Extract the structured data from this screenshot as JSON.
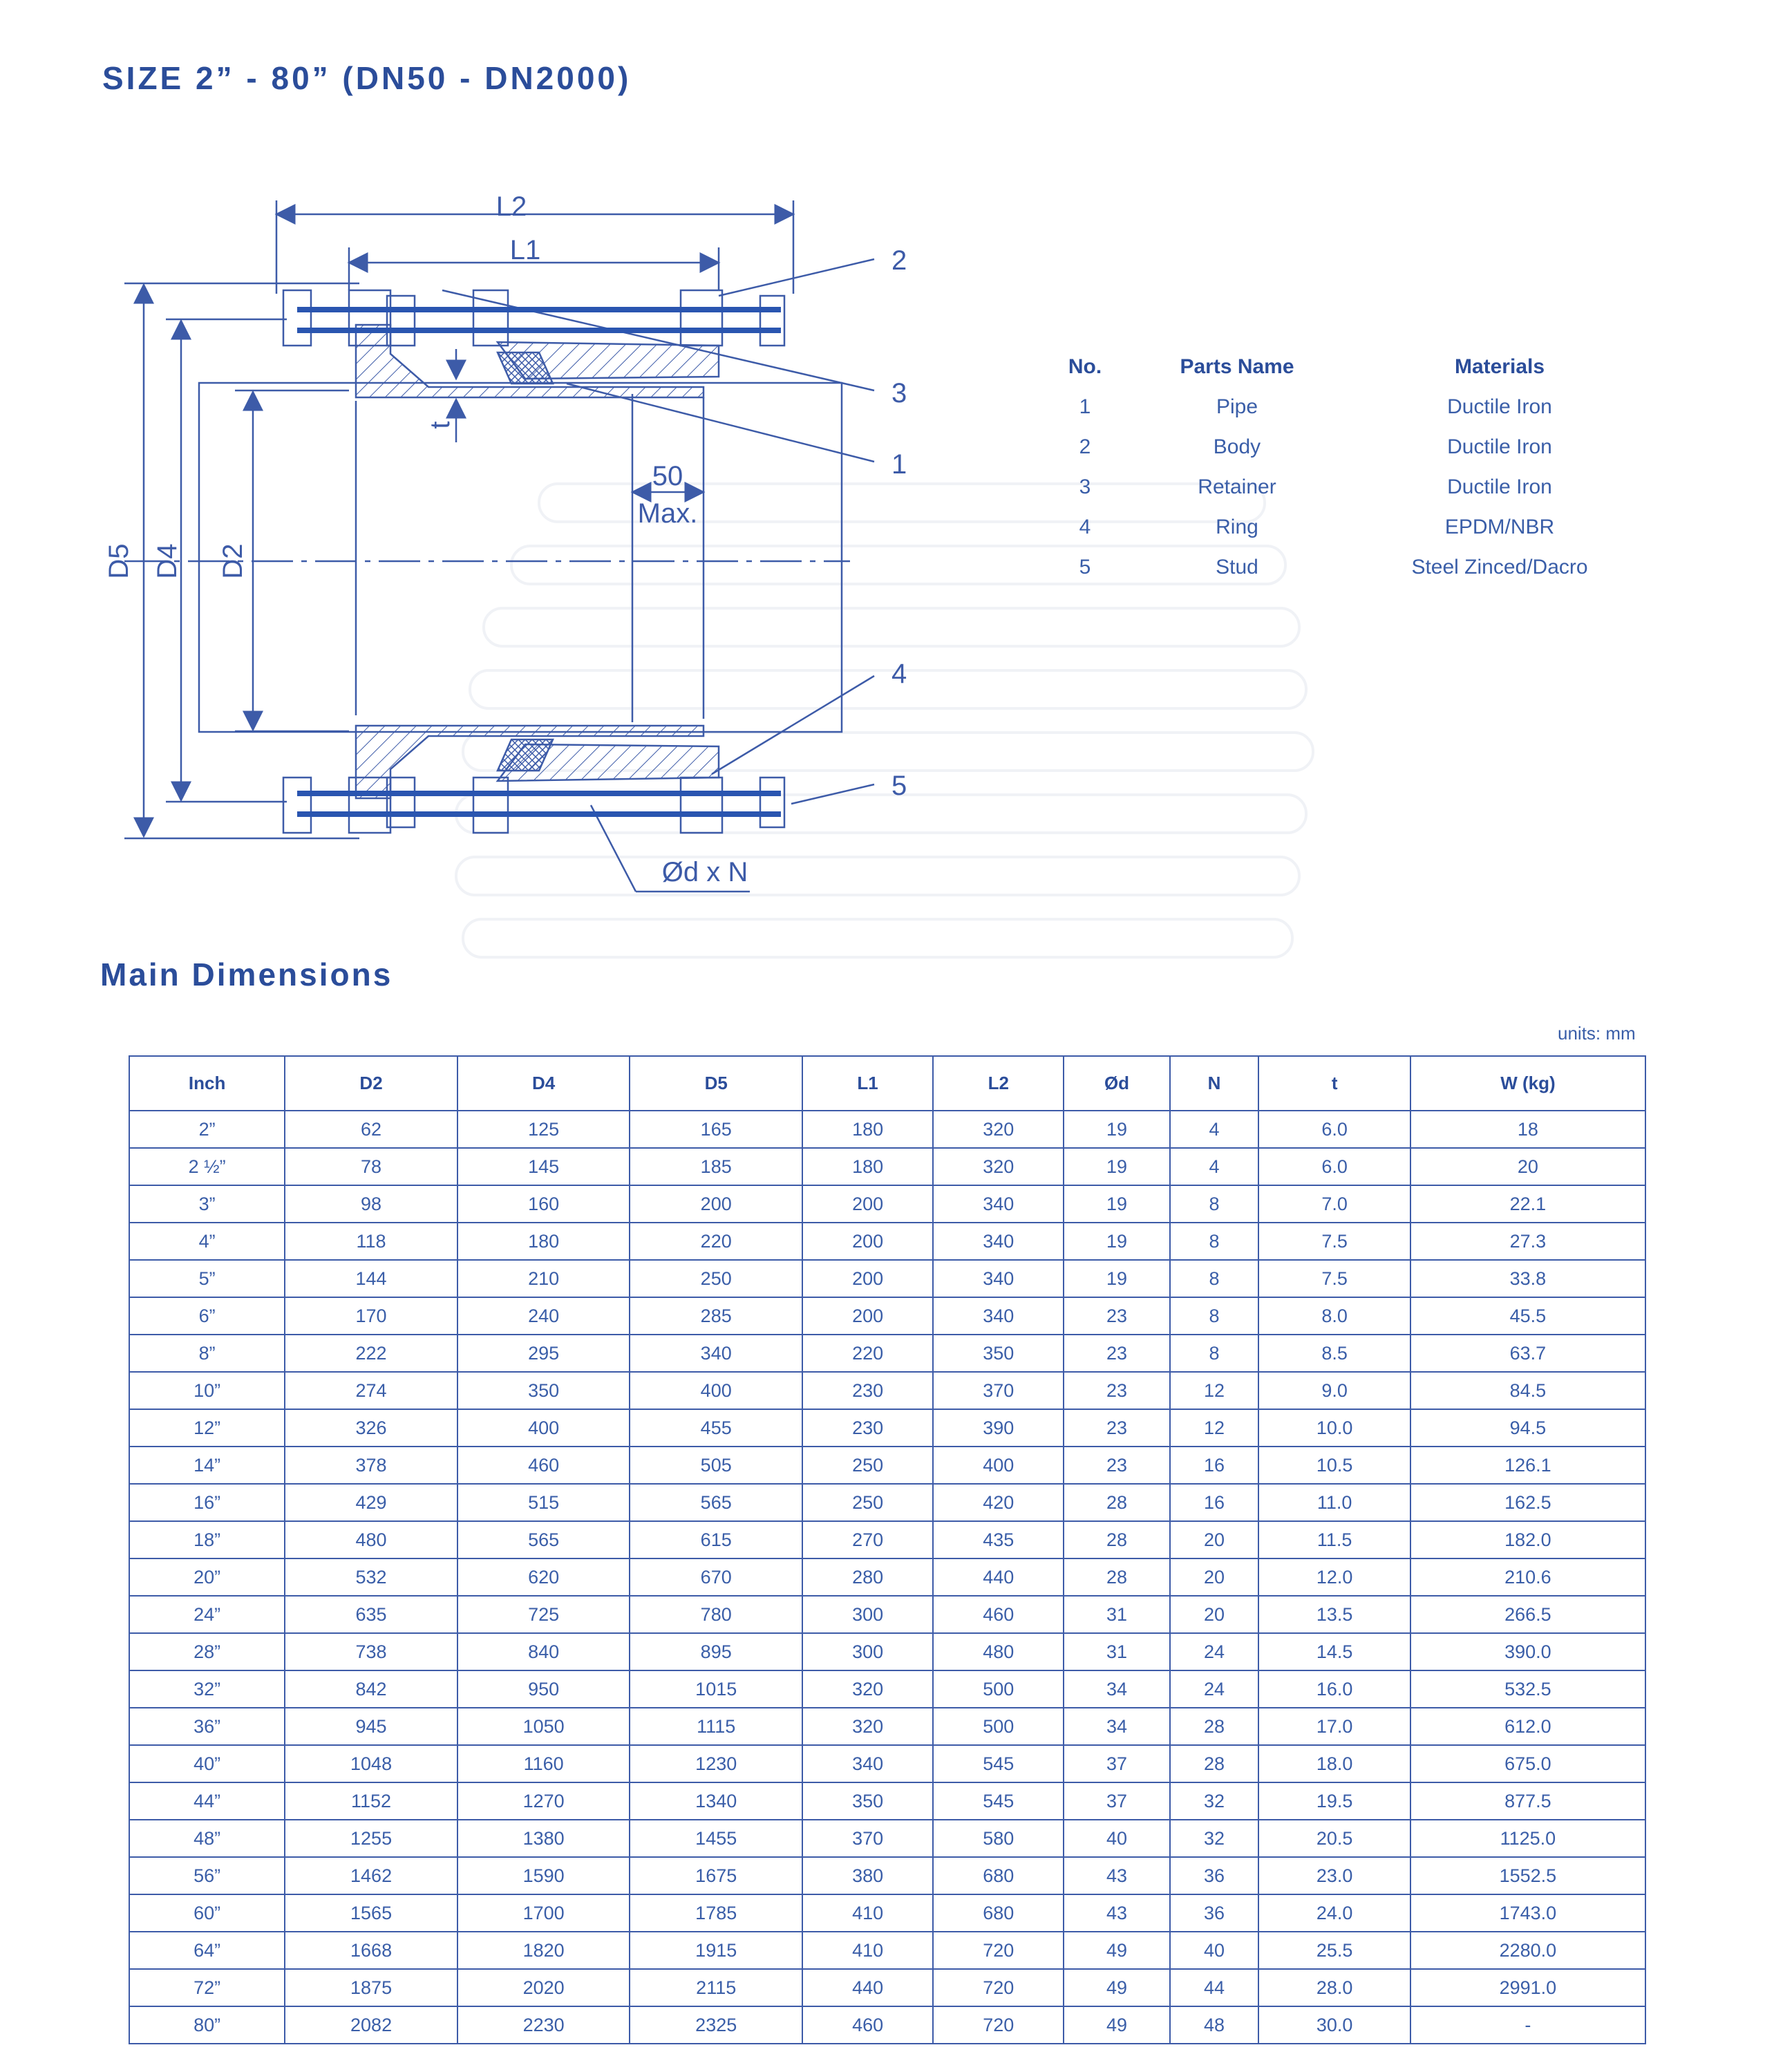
{
  "title": "SIZE 2” - 80” (DN50 - DN2000)",
  "section_title": "Main Dimensions",
  "units_label": "units: mm",
  "drawing": {
    "labels": {
      "l2": "L2",
      "l1": "L1",
      "d5": "D5",
      "d4": "D4",
      "d2": "D2",
      "t": "t",
      "max_value": "50",
      "max_text": "Max.",
      "bolt": "Ød x N",
      "callouts": [
        "1",
        "2",
        "3",
        "4",
        "5"
      ]
    }
  },
  "parts_table": {
    "headers": [
      "No.",
      "Parts Name",
      "Materials"
    ],
    "rows": [
      [
        "1",
        "Pipe",
        "Ductile Iron"
      ],
      [
        "2",
        "Body",
        "Ductile Iron"
      ],
      [
        "3",
        "Retainer",
        "Ductile Iron"
      ],
      [
        "4",
        "Ring",
        "EPDM/NBR"
      ],
      [
        "5",
        "Stud",
        "Steel Zinced/Dacro"
      ]
    ]
  },
  "dimensions_table": {
    "headers": [
      "Inch",
      "D2",
      "D4",
      "D5",
      "L1",
      "L2",
      "Ød",
      "N",
      "t",
      "W (kg)"
    ],
    "rows": [
      [
        "2”",
        "62",
        "125",
        "165",
        "180",
        "320",
        "19",
        "4",
        "6.0",
        "18"
      ],
      [
        "2 ½”",
        "78",
        "145",
        "185",
        "180",
        "320",
        "19",
        "4",
        "6.0",
        "20"
      ],
      [
        "3”",
        "98",
        "160",
        "200",
        "200",
        "340",
        "19",
        "8",
        "7.0",
        "22.1"
      ],
      [
        "4”",
        "118",
        "180",
        "220",
        "200",
        "340",
        "19",
        "8",
        "7.5",
        "27.3"
      ],
      [
        "5”",
        "144",
        "210",
        "250",
        "200",
        "340",
        "19",
        "8",
        "7.5",
        "33.8"
      ],
      [
        "6”",
        "170",
        "240",
        "285",
        "200",
        "340",
        "23",
        "8",
        "8.0",
        "45.5"
      ],
      [
        "8”",
        "222",
        "295",
        "340",
        "220",
        "350",
        "23",
        "8",
        "8.5",
        "63.7"
      ],
      [
        "10”",
        "274",
        "350",
        "400",
        "230",
        "370",
        "23",
        "12",
        "9.0",
        "84.5"
      ],
      [
        "12”",
        "326",
        "400",
        "455",
        "230",
        "390",
        "23",
        "12",
        "10.0",
        "94.5"
      ],
      [
        "14”",
        "378",
        "460",
        "505",
        "250",
        "400",
        "23",
        "16",
        "10.5",
        "126.1"
      ],
      [
        "16”",
        "429",
        "515",
        "565",
        "250",
        "420",
        "28",
        "16",
        "11.0",
        "162.5"
      ],
      [
        "18”",
        "480",
        "565",
        "615",
        "270",
        "435",
        "28",
        "20",
        "11.5",
        "182.0"
      ],
      [
        "20”",
        "532",
        "620",
        "670",
        "280",
        "440",
        "28",
        "20",
        "12.0",
        "210.6"
      ],
      [
        "24”",
        "635",
        "725",
        "780",
        "300",
        "460",
        "31",
        "20",
        "13.5",
        "266.5"
      ],
      [
        "28”",
        "738",
        "840",
        "895",
        "300",
        "480",
        "31",
        "24",
        "14.5",
        "390.0"
      ],
      [
        "32”",
        "842",
        "950",
        "1015",
        "320",
        "500",
        "34",
        "24",
        "16.0",
        "532.5"
      ],
      [
        "36”",
        "945",
        "1050",
        "1115",
        "320",
        "500",
        "34",
        "28",
        "17.0",
        "612.0"
      ],
      [
        "40”",
        "1048",
        "1160",
        "1230",
        "340",
        "545",
        "37",
        "28",
        "18.0",
        "675.0"
      ],
      [
        "44”",
        "1152",
        "1270",
        "1340",
        "350",
        "545",
        "37",
        "32",
        "19.5",
        "877.5"
      ],
      [
        "48”",
        "1255",
        "1380",
        "1455",
        "370",
        "580",
        "40",
        "32",
        "20.5",
        "1125.0"
      ],
      [
        "56”",
        "1462",
        "1590",
        "1675",
        "380",
        "680",
        "43",
        "36",
        "23.0",
        "1552.5"
      ],
      [
        "60”",
        "1565",
        "1700",
        "1785",
        "410",
        "680",
        "43",
        "36",
        "24.0",
        "1743.0"
      ],
      [
        "64”",
        "1668",
        "1820",
        "1915",
        "410",
        "720",
        "49",
        "40",
        "25.5",
        "2280.0"
      ],
      [
        "72”",
        "1875",
        "2020",
        "2115",
        "440",
        "720",
        "49",
        "44",
        "28.0",
        "2991.0"
      ],
      [
        "80”",
        "2082",
        "2230",
        "2325",
        "460",
        "720",
        "49",
        "48",
        "30.0",
        "-"
      ]
    ]
  },
  "colors": {
    "primary": "#2b4d9a",
    "line": "#3d5ba8",
    "bolt": "#2a55b0",
    "watermark": "#eef1f6"
  }
}
